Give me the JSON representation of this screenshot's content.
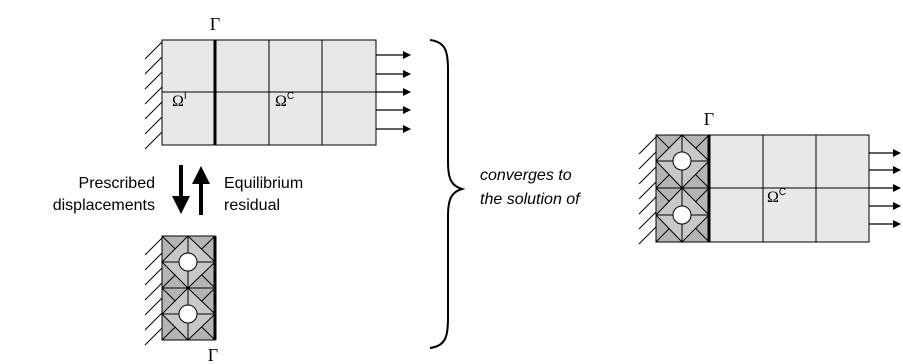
{
  "labels": {
    "gamma_top": "Γ",
    "gamma_bottom": "Γ",
    "gamma_right": "Γ",
    "omega_i": "Ω",
    "omega_i_sup": "I",
    "omega_c": "Ω",
    "omega_c_sup": "C",
    "omega_c_right": "Ω",
    "omega_c_right_sup": "C",
    "prescribed_line1": "Prescribed",
    "prescribed_line2": "displacements",
    "equilibrium_line1": "Equilibrium",
    "equilibrium_line2": "residual",
    "converges_line1": "converges to",
    "converges_line2": "the solution of"
  },
  "colors": {
    "mesh_fill": "#e8e8e8",
    "fine_mesh_fill": "#b4b4b4",
    "stroke": "#000000"
  }
}
